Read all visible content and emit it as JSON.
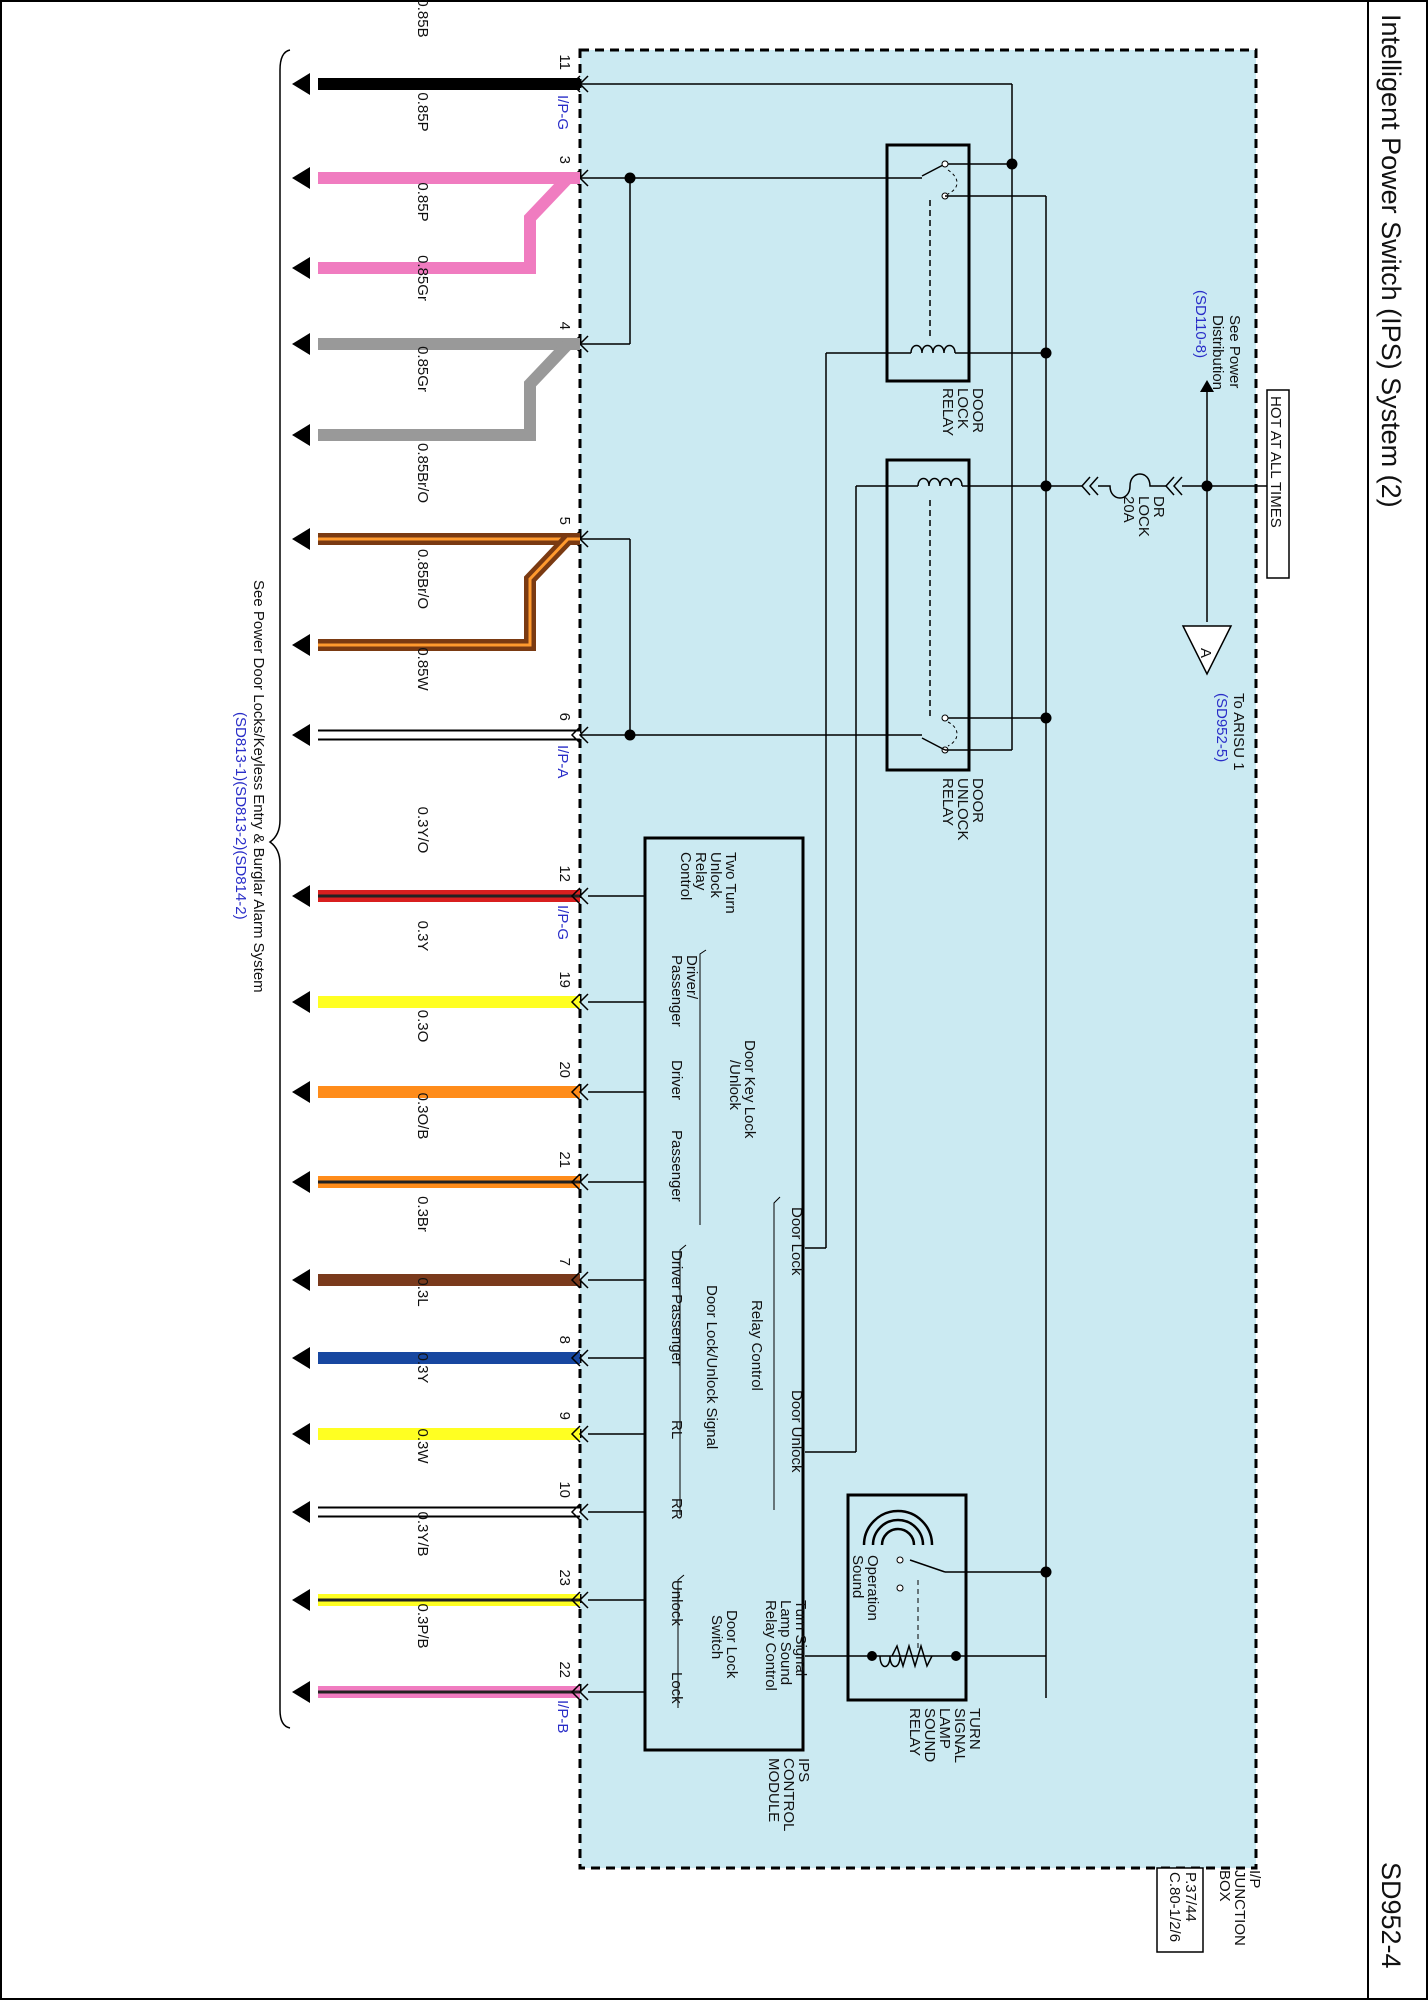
{
  "title": "Intelligent Power Switch (IPS) System (2)",
  "code": "SD952-4",
  "hot_at_all_times": "HOT AT ALL TIMES",
  "power_ref": {
    "line1": "See Power",
    "line2": "Distribution",
    "link": "(SD110-8)"
  },
  "fuse": {
    "line1": "DR",
    "line2": "LOCK",
    "line3": "20A"
  },
  "to_arisu": {
    "label": "To ARISU 1",
    "link": "(SD952-5)",
    "marker": "A"
  },
  "relays": {
    "door_lock": [
      "DOOR",
      "LOCK",
      "RELAY"
    ],
    "door_unlock": [
      "DOOR",
      "UNLOCK",
      "RELAY"
    ],
    "turn_signal": [
      "TURN",
      "SIGNAL",
      "LAMP",
      "SOUND",
      "RELAY"
    ]
  },
  "operation_sound": [
    "Operation",
    "Sound"
  ],
  "ips_module_label": [
    "IPS",
    "CONTROL",
    "MODULE"
  ],
  "junction_box": {
    "lines": [
      "I/P",
      "JUNCTION",
      "BOX"
    ],
    "ref1": "P.37/44",
    "ref2": "C.80-1/2/6"
  },
  "connectors": {
    "ipg_top": "I/P-G",
    "ipa": "I/P-A",
    "ipg_mid": "I/P-G",
    "ipb": "I/P-B"
  },
  "module_text": {
    "two_turn": [
      "Two Turn",
      "Unlock",
      "Relay",
      "Control"
    ],
    "door_key_lock": [
      "Door Key Lock",
      "/Unlock"
    ],
    "driver_passenger": [
      "Driver/",
      "Passenger"
    ],
    "driver": "Driver",
    "passenger": "Passenger",
    "door_lock": "Door Lock",
    "door_unlock": "Door Unlock",
    "relay_control": "Relay  Control",
    "dlu_signal": "Door Lock/Unlock Signal",
    "driver_passenger_2": "Driver Passenger",
    "rl": "RL",
    "rr": "RR",
    "turn_signal_ctrl": [
      "Turn Signal",
      "Lamp Sound",
      "Relay Control"
    ],
    "door_lock_switch": [
      "Door Lock",
      "Switch"
    ],
    "unlock": "Unlock",
    "lock": "Lock"
  },
  "see_power_door": {
    "line1": "See Power Door Locks/Keyless Entry & Burglar Alarm System",
    "link": "(SD813-1)(SD813-2)(SD814-2)"
  },
  "wires": [
    {
      "pin": "11",
      "label": "0.85B",
      "color": "#000000",
      "stripe": null
    },
    {
      "pin": "3",
      "label": "0.85P",
      "color": "#f07cc0",
      "stripe": null
    },
    {
      "pin": "",
      "label": "0.85P",
      "color": "#f07cc0",
      "stripe": null
    },
    {
      "pin": "4",
      "label": "0.85Gr",
      "color": "#999999",
      "stripe": null
    },
    {
      "pin": "",
      "label": "0.85Gr",
      "color": "#999999",
      "stripe": null
    },
    {
      "pin": "5",
      "label": "0.85Br/O",
      "color": "#7a3a12",
      "stripe": "#ff9a2e"
    },
    {
      "pin": "",
      "label": "0.85Br/O",
      "color": "#7a3a12",
      "stripe": "#ff9a2e"
    },
    {
      "pin": "6",
      "label": "0.85W",
      "color": "#ffffff",
      "stripe": null
    },
    {
      "pin": "12",
      "label": "0.3Y/O",
      "color": "#d81f1f",
      "stripe": "#222222"
    },
    {
      "pin": "19",
      "label": "0.3Y",
      "color": "#ffff22",
      "stripe": null
    },
    {
      "pin": "20",
      "label": "0.3O",
      "color": "#ff8c1a",
      "stripe": null
    },
    {
      "pin": "21",
      "label": "0.3O/B",
      "color": "#ff8c1a",
      "stripe": "#222222"
    },
    {
      "pin": "7",
      "label": "0.3Br",
      "color": "#7a3a1c",
      "stripe": null
    },
    {
      "pin": "8",
      "label": "0.3L",
      "color": "#1747a0",
      "stripe": null
    },
    {
      "pin": "9",
      "label": "0.3Y",
      "color": "#ffff22",
      "stripe": null
    },
    {
      "pin": "10",
      "label": "0.3W",
      "color": "#ffffff",
      "stripe": null
    },
    {
      "pin": "23",
      "label": "0.3Y/B",
      "color": "#ffff22",
      "stripe": "#222222"
    },
    {
      "pin": "22",
      "label": "0.3P/B",
      "color": "#f07cc0",
      "stripe": "#222222"
    }
  ],
  "colors": {
    "junction_fill": "#cbeaf2",
    "link_blue": "#2a2ec8"
  }
}
